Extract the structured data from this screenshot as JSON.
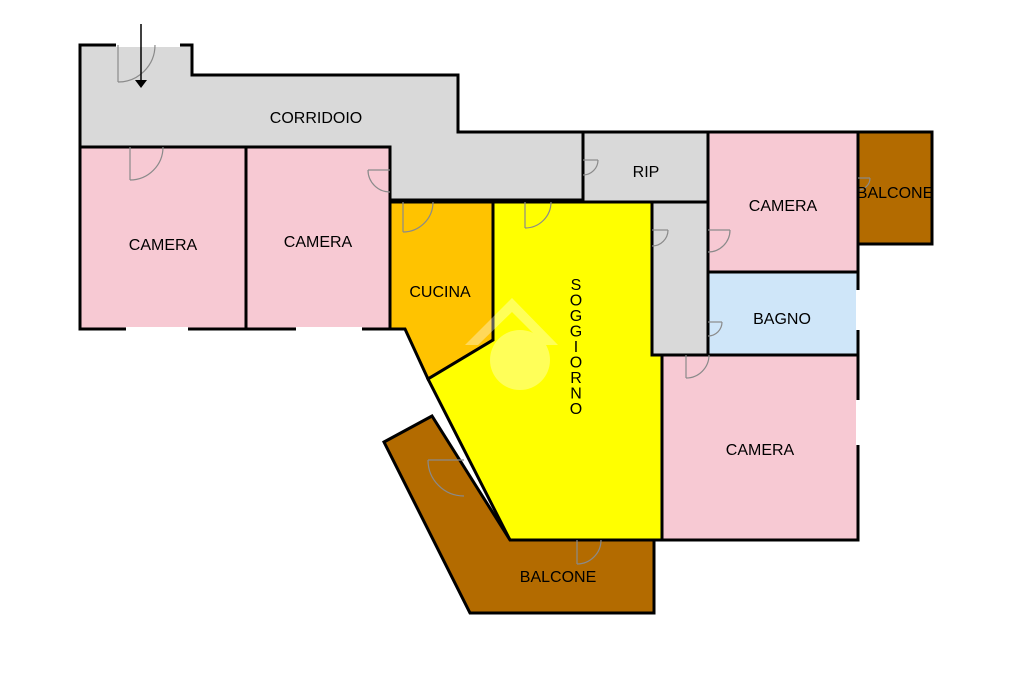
{
  "plan": {
    "rooms": {
      "corridoio": "CORRIDOIO",
      "rip": "RIP",
      "camera_1": "CAMERA",
      "camera_2": "CAMERA",
      "camera_3": "CAMERA",
      "camera_4": "CAMERA",
      "cucina": "CUCINA",
      "soggiorno": "SOGGIORNO",
      "bagno": "BAGNO",
      "balcone_small": "BALCONE",
      "balcone_large": "BALCONE"
    },
    "colors": {
      "corridor": "#d9d9d9",
      "bedroom": "#f7c9d3",
      "kitchen": "#ffc300",
      "living": "#ffff00",
      "bathroom": "#cfe6f9",
      "balcony": "#b36b00",
      "watermark": "#ffffff"
    }
  }
}
